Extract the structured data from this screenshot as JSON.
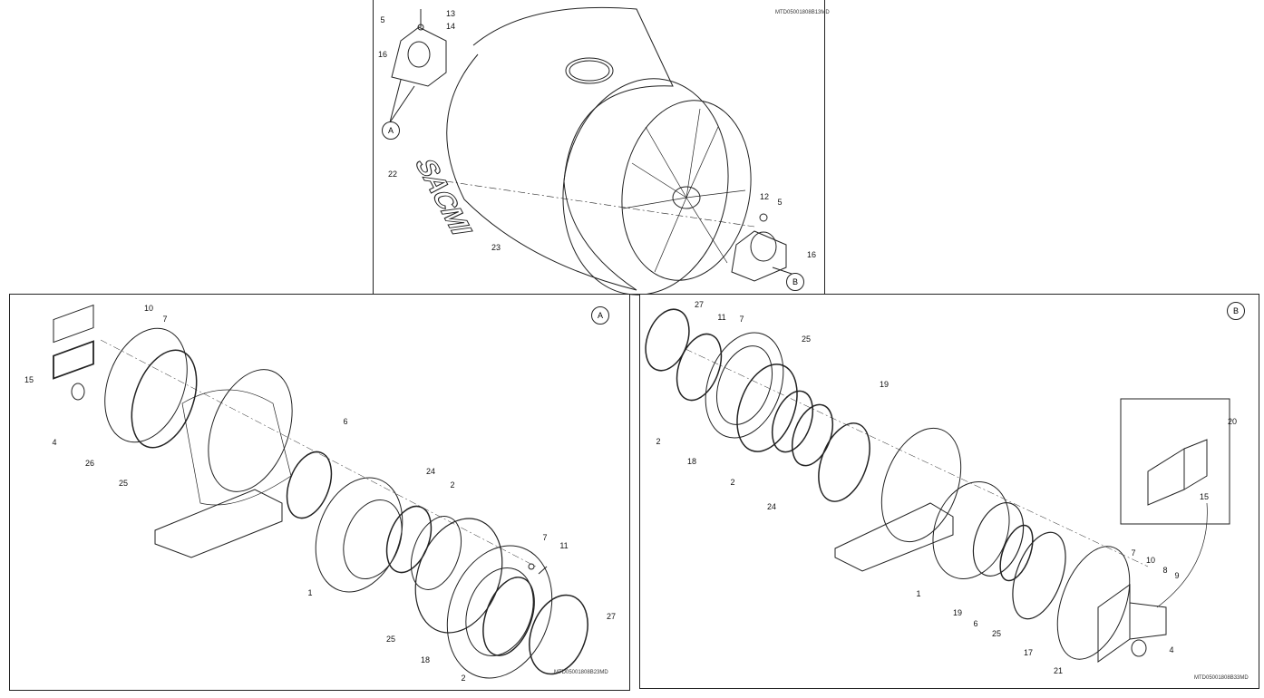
{
  "top": {
    "code": "MTD05001808B13MD",
    "logo": "SACMI",
    "labels": [
      "13",
      "5",
      "14",
      "16",
      "22",
      "23",
      "12",
      "5",
      "16"
    ],
    "callouts": [
      "A",
      "B"
    ]
  },
  "detail_a": {
    "code": "MTD05001808B23MD",
    "callout": "A",
    "labels": [
      "10",
      "7",
      "15",
      "4",
      "26",
      "25",
      "6",
      "24",
      "2",
      "7",
      "11",
      "1",
      "25",
      "18",
      "2",
      "27"
    ]
  },
  "detail_b": {
    "code": "MTD05001808B33MD",
    "callout": "B",
    "labels": [
      "27",
      "11",
      "7",
      "25",
      "19",
      "2",
      "18",
      "2",
      "24",
      "20",
      "15",
      "7",
      "10",
      "8",
      "9",
      "1",
      "19",
      "6",
      "25",
      "17",
      "4",
      "21"
    ]
  }
}
